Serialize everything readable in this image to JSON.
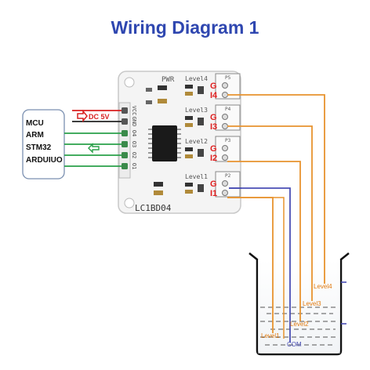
{
  "title": "Wiring Diagram 1",
  "board": {
    "model": "LC1BD04",
    "pwr_label": "PWR",
    "header_pins": [
      "VCC",
      "GND",
      "O4",
      "O3",
      "O2",
      "O1"
    ],
    "channels": [
      {
        "level_label": "Level4",
        "port_label": "P5",
        "g_label": "G",
        "signal_label": "I4"
      },
      {
        "level_label": "Level3",
        "port_label": "P4",
        "g_label": "G",
        "signal_label": "I3"
      },
      {
        "level_label": "Level2",
        "port_label": "P3",
        "g_label": "G",
        "signal_label": "I2"
      },
      {
        "level_label": "Level1",
        "port_label": "P2",
        "g_label": "G",
        "signal_label": "I1"
      }
    ]
  },
  "power_label": "DC 5V",
  "mcu": {
    "lines": [
      "MCU",
      "ARM",
      "STM32",
      "ARDUIUO"
    ]
  },
  "tank": {
    "probe_labels": [
      "Level4",
      "Level3",
      "Level2",
      "Level1"
    ],
    "com_label": "COM"
  },
  "colors": {
    "title": "#2f47b0",
    "signal_wire": "#e8932f",
    "com_wire": "#4a4fb5",
    "data_wire": "#2aa04a",
    "power_wire": "#d92020",
    "gnd_wire": "#222222",
    "label_red": "#e02020",
    "probe_text": "#e07a10"
  }
}
